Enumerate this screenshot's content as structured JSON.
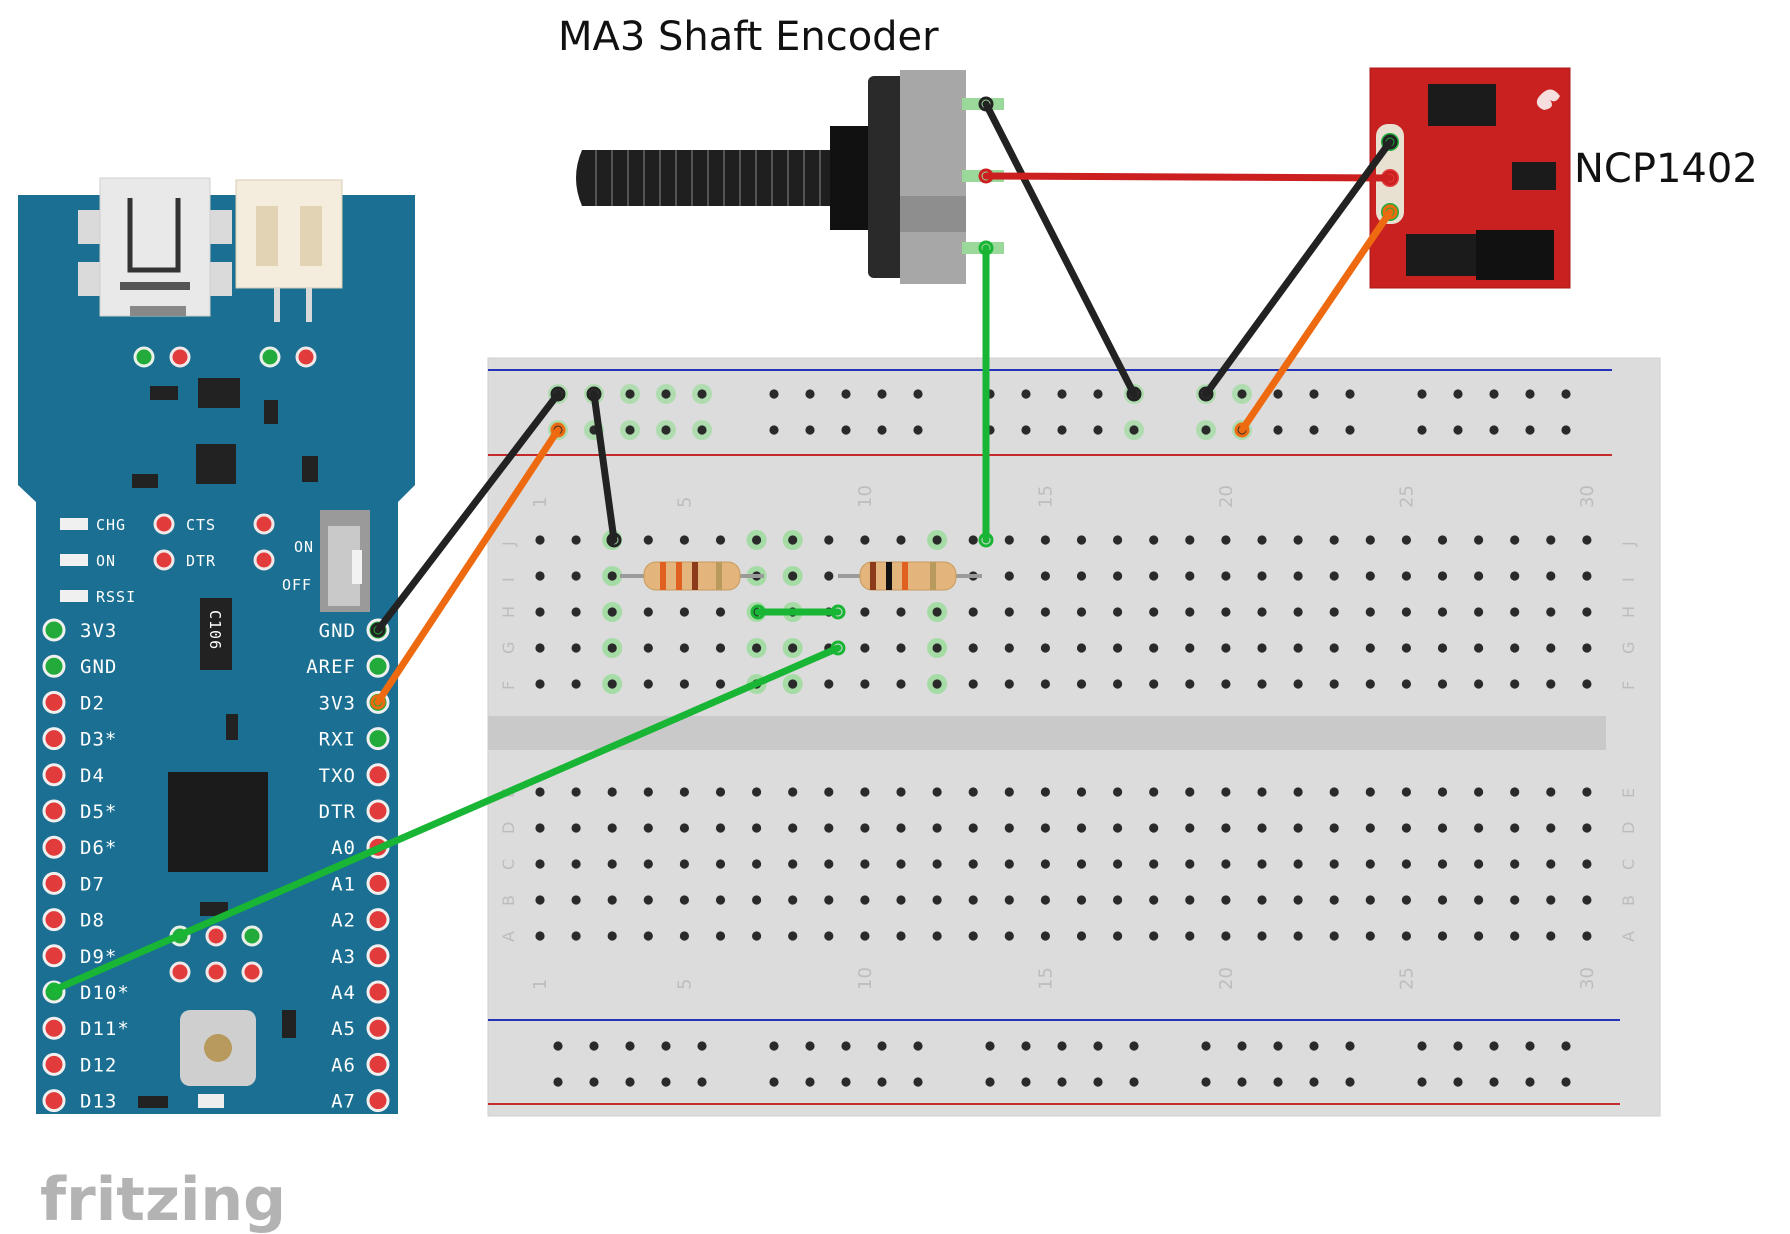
{
  "title": "MA3 Shaft Encoder",
  "sensor_label": "NCP1402",
  "brand": "fritzing",
  "board": {
    "left_pins": [
      "3V3",
      "GND",
      "D2",
      "D3*",
      "D4",
      "D5*",
      "D6*",
      "D7",
      "D8",
      "D9*",
      "D10*",
      "D11*",
      "D12",
      "D13"
    ],
    "right_pins": [
      "GND",
      "AREF",
      "3V3",
      "RXI",
      "TXO",
      "DTR",
      "A0",
      "A1",
      "A2",
      "A3",
      "A4",
      "A5",
      "A6",
      "A7"
    ],
    "status_leds": [
      "CHG",
      "ON",
      "RSSI"
    ],
    "serial_pins": [
      "CTS",
      "DTR"
    ],
    "switch_on": "ON",
    "switch_off": "OFF",
    "chip_label": "C106",
    "left_pin_colors": [
      "#22aa3a",
      "#22aa3a",
      "#e23b3b",
      "#e23b3b",
      "#e23b3b",
      "#e23b3b",
      "#e23b3b",
      "#e23b3b",
      "#e23b3b",
      "#e23b3b",
      "#22aa3a",
      "#e23b3b",
      "#e23b3b",
      "#e23b3b"
    ],
    "right_pin_colors": [
      "#22aa3a",
      "#22aa3a",
      "#22aa3a",
      "#22aa3a",
      "#e23b3b",
      "#e23b3b",
      "#e23b3b",
      "#e23b3b",
      "#e23b3b",
      "#e23b3b",
      "#e23b3b",
      "#e23b3b",
      "#e23b3b",
      "#e23b3b"
    ],
    "colors": {
      "pcb": "#1a6f92",
      "pcb_dark": "#145a77"
    }
  },
  "breadboard": {
    "column_numbers": [
      "1",
      "5",
      "10",
      "15",
      "20",
      "25",
      "30"
    ],
    "top_rows": [
      "J",
      "I",
      "H",
      "G",
      "F"
    ],
    "bottom_rows": [
      "E",
      "D",
      "C",
      "B",
      "A"
    ]
  },
  "wires": {
    "colors": {
      "black": "#222222",
      "red": "#cc1f1f",
      "green": "#19b534",
      "orange": "#ee6a10"
    }
  }
}
